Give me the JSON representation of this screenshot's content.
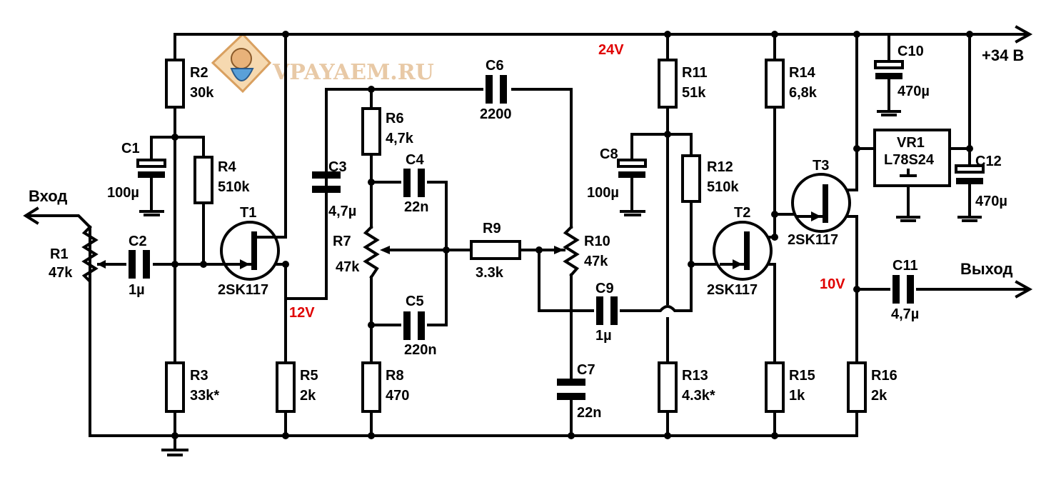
{
  "watermark": {
    "text": "VPAYAEM.RU"
  },
  "ports": {
    "input": "Вход",
    "output": "Выход",
    "supply": "+34 В"
  },
  "voltages": {
    "rail": "24V",
    "t1_drain": "12V",
    "t3_source": "10V"
  },
  "components": {
    "R1": {
      "ref": "R1",
      "value": "47k"
    },
    "R2": {
      "ref": "R2",
      "value": "30k"
    },
    "R3": {
      "ref": "R3",
      "value": "33k*"
    },
    "R4": {
      "ref": "R4",
      "value": "510k"
    },
    "R5": {
      "ref": "R5",
      "value": "2k"
    },
    "R6": {
      "ref": "R6",
      "value": "4,7k"
    },
    "R7": {
      "ref": "R7",
      "value": "47k"
    },
    "R8": {
      "ref": "R8",
      "value": "470"
    },
    "R9": {
      "ref": "R9",
      "value": "3.3k"
    },
    "R10": {
      "ref": "R10",
      "value": "47k"
    },
    "R11": {
      "ref": "R11",
      "value": "51k"
    },
    "R12": {
      "ref": "R12",
      "value": "510k"
    },
    "R13": {
      "ref": "R13",
      "value": "4.3k*"
    },
    "R14": {
      "ref": "R14",
      "value": "6,8k"
    },
    "R15": {
      "ref": "R15",
      "value": "1k"
    },
    "R16": {
      "ref": "R16",
      "value": "2k"
    },
    "C1": {
      "ref": "C1",
      "value": "100µ"
    },
    "C2": {
      "ref": "C2",
      "value": "1µ"
    },
    "C3": {
      "ref": "C3",
      "value": "4,7µ"
    },
    "C4": {
      "ref": "C4",
      "value": "22n"
    },
    "C5": {
      "ref": "C5",
      "value": "220n"
    },
    "C6": {
      "ref": "C6",
      "value": "2200"
    },
    "C7": {
      "ref": "C7",
      "value": "22n"
    },
    "C8": {
      "ref": "C8",
      "value": "100µ"
    },
    "C9": {
      "ref": "C9",
      "value": "1µ"
    },
    "C10": {
      "ref": "C10",
      "value": "470µ"
    },
    "C11": {
      "ref": "C11",
      "value": "4,7µ"
    },
    "C12": {
      "ref": "C12",
      "value": "470µ"
    },
    "T1": {
      "ref": "T1",
      "value": "2SK117"
    },
    "T2": {
      "ref": "T2",
      "value": "2SK117"
    },
    "T3": {
      "ref": "T3",
      "value": "2SK117"
    },
    "VR1": {
      "ref": "VR1",
      "value": "L78S24"
    }
  },
  "colors": {
    "line": "#000000",
    "voltage_label": "#e00000",
    "background": "#ffffff"
  }
}
